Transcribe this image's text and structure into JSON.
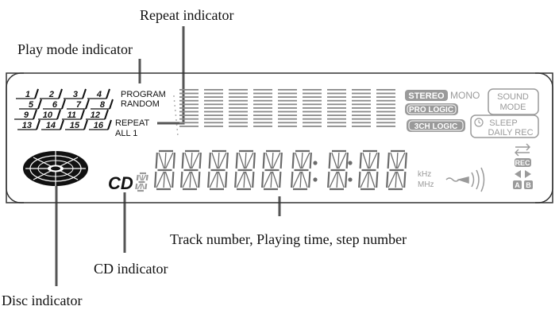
{
  "callouts": {
    "repeat": "Repeat indicator",
    "play_mode": "Play mode indicator",
    "track": "Track number, Playing time, step number",
    "cd": "CD indicator",
    "disc": "Disc indicator"
  },
  "display": {
    "track_rows": [
      [
        "1",
        "2",
        "3",
        "4"
      ],
      [
        "5",
        "6",
        "7",
        "8"
      ],
      [
        "9",
        "10",
        "11",
        "12"
      ],
      [
        "13",
        "14",
        "15",
        "16"
      ]
    ],
    "program": "PROGRAM",
    "random": "RANDOM",
    "repeat": "REPEAT",
    "all1": "ALL 1",
    "stereo": "STEREO",
    "mono": "MONO",
    "sound_mode_1": "SOUND",
    "sound_mode_2": "MODE",
    "pro_logic": "PRO LOGIC",
    "ch_logic": "3CH LOGIC",
    "sleep_1": "SLEEP",
    "sleep_2": "DAILY REC",
    "cd": "CD",
    "khz": "kHz",
    "mhz": "MHz",
    "rec": "REC",
    "a": "A",
    "b": "B"
  },
  "colors": {
    "ink": "#111111",
    "lcd_gray": "#9a9a9a",
    "segment": "#7a7a7a"
  }
}
